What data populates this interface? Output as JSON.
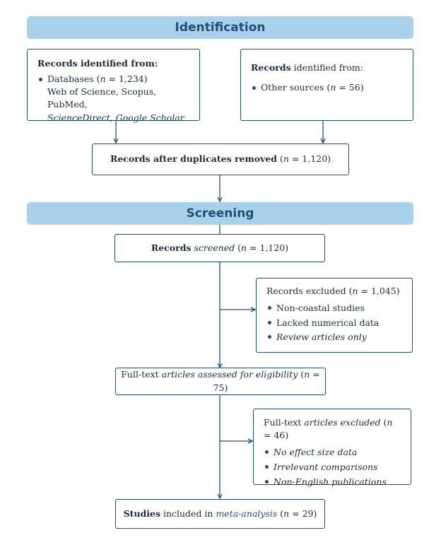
{
  "identification": {
    "title": "Identification",
    "left_box": {
      "heading": "Records identified from:",
      "item_prefix": "Databases (",
      "n": "n",
      "item_count": " = 1,234)",
      "sources_line1": "Web of Science, Scopus, PubMed,",
      "sources_line2": "ScienceDirect, Google Scholar"
    },
    "right_box": {
      "heading_bold": "Records",
      "heading_rest": " identified from:",
      "item_prefix": "Other sources (",
      "n": "n",
      "item_count": " = 56)"
    },
    "duplicates_box": {
      "text": "Records after duplicates removed",
      "paren_open": " (",
      "n": "n",
      "count": " = 1,120)"
    }
  },
  "screening": {
    "title": "Screening",
    "screened_box": {
      "bold": "Records",
      "middle": " screened",
      "paren_open": " (",
      "n": "n",
      "count": " = 1,120)"
    },
    "excluded_box": {
      "heading": "Records excluded",
      "paren_open": " (",
      "n": "n",
      "count": " = 1,045)",
      "items": [
        "Non-coastal studies",
        "Lacked numerical data",
        "Review articles only"
      ]
    },
    "fulltext_box": {
      "prefix": "Full-text ",
      "italic": "articles assessed for eligibility",
      "paren_open": " (",
      "n": "n",
      "count": " = 75)"
    },
    "fulltext_excluded_box": {
      "prefix": "Full-text ",
      "italic": "articles excluded",
      "paren_open": " (",
      "n": "n",
      "count": " = 46)",
      "items": [
        "No effect size data",
        "Irrelevant comparisons",
        "Non-English publications"
      ]
    },
    "included_box": {
      "bold": "Studies",
      "middle": " included in ",
      "italic": "meta-analysis",
      "paren_open": " (",
      "n": "n",
      "count": " = 29)"
    }
  },
  "colors": {
    "band": "#a9d2ea",
    "band_text": "#1f4e79",
    "border": "#1f4e79",
    "arrow": "#1f4e79"
  }
}
